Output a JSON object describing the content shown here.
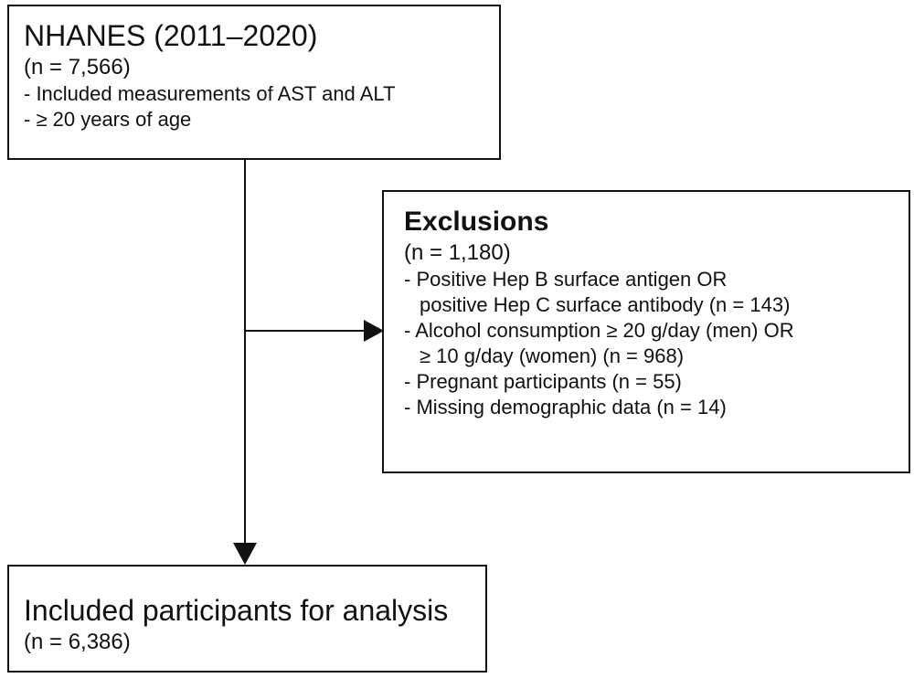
{
  "top_box": {
    "title": "NHANES (2011–2020)",
    "count": "(n = 7,566)",
    "criteria": [
      "- Included measurements of AST and ALT",
      "- ≥ 20 years of age"
    ]
  },
  "exclusion_box": {
    "title": "Exclusions",
    "count": "(n = 1,180)",
    "items": [
      {
        "line1": "- Positive Hep B surface antigen OR",
        "line2": "positive Hep C surface antibody (n = 143)"
      },
      {
        "line1": "- Alcohol consumption ≥ 20 g/day (men) OR",
        "line2": "≥ 10 g/day (women) (n = 968)"
      },
      {
        "line1": "- Pregnant participants (n = 55)"
      },
      {
        "line1": "- Missing demographic data (n = 14)"
      }
    ]
  },
  "bottom_box": {
    "title": "Included participants for analysis",
    "count": "(n = 6,386)"
  },
  "colors": {
    "line": "#111111",
    "background": "#ffffff"
  }
}
